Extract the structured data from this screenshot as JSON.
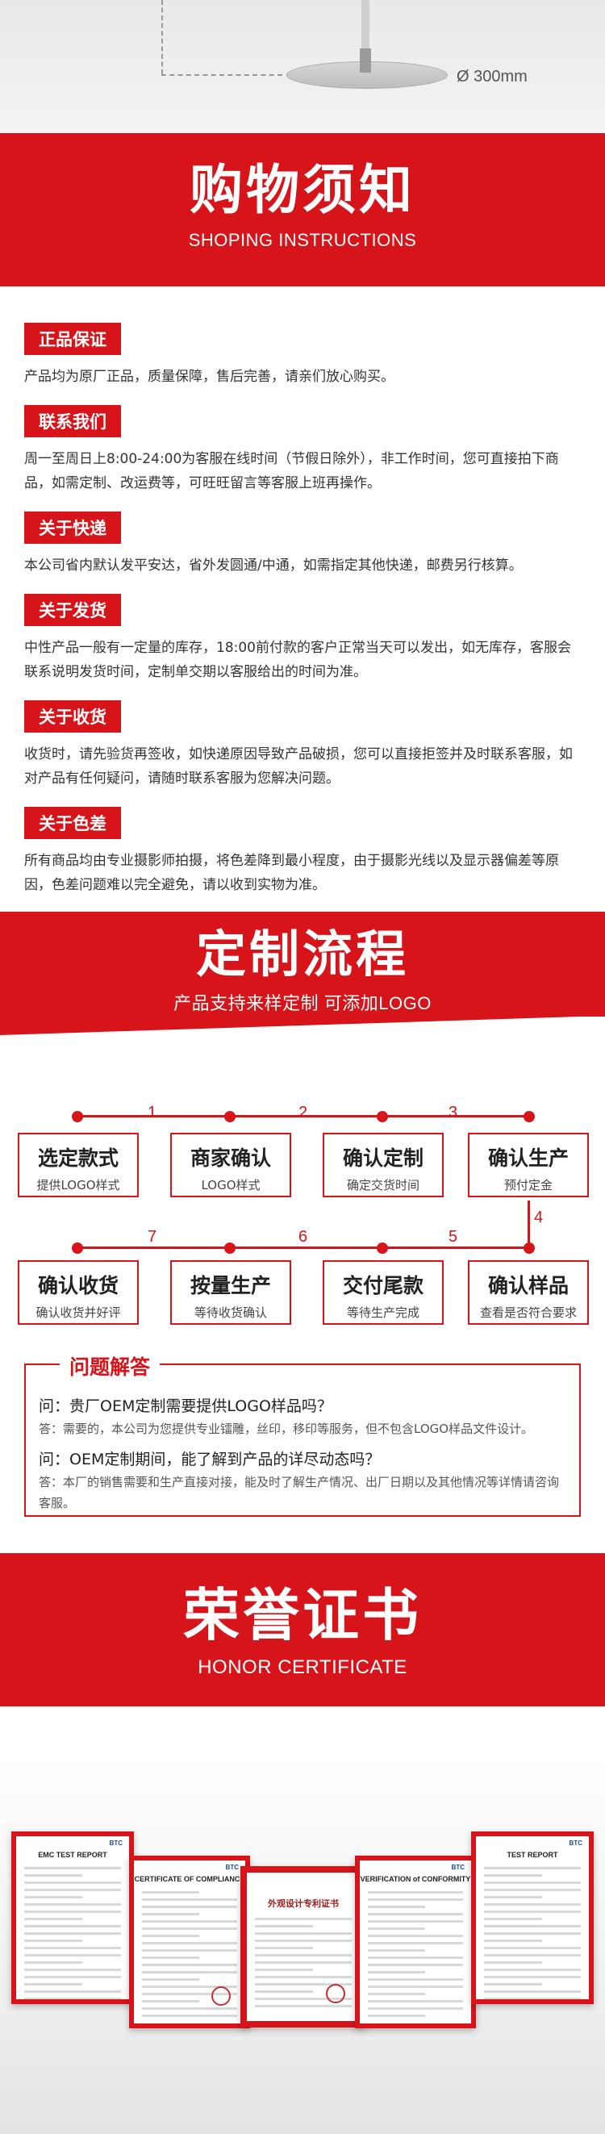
{
  "top": {
    "diameter_label": "Ø 300mm"
  },
  "shopping": {
    "title": "购物须知",
    "subtitle": "SHOPING INSTRUCTIONS",
    "items": [
      {
        "tag": "正品保证",
        "text": "产品均为原厂正品，质量保障，售后完善，请亲们放心购买。"
      },
      {
        "tag": "联系我们",
        "text": "周一至周日上8:00-24:00为客服在线时间（节假日除外），非工作时间，您可直接拍下商品，如需定制、改运费等，可旺旺留言等客服上班再操作。"
      },
      {
        "tag": "关于快递",
        "text": "本公司省内默认发平安达，省外发圆通/中通，如需指定其他快递，邮费另行核算。"
      },
      {
        "tag": "关于发货",
        "text": "中性产品一般有一定量的库存，18:00前付款的客户正常当天可以发出，如无库存，客服会联系说明发货时间，定制单交期以客服给出的时间为准。"
      },
      {
        "tag": "关于收货",
        "text": "收货时，请先验货再签收，如快递原因导致产品破损，您可以直接拒签并及时联系客服，如对产品有任何疑问，请随时联系客服为您解决问题。"
      },
      {
        "tag": "关于色差",
        "text": "所有商品均由专业摄影师拍摄，将色差降到最小程度，由于摄影光线以及显示器偏差等原因，色差问题难以完全避免，请以收到实物为准。"
      }
    ]
  },
  "custom": {
    "title": "定制流程",
    "subtitle": "产品支持来样定制 可添加LOGO",
    "steps": [
      {
        "num": "1",
        "title": "选定款式",
        "sub": "提供LOGO样式"
      },
      {
        "num": "2",
        "title": "商家确认",
        "sub": "LOGO样式"
      },
      {
        "num": "3",
        "title": "确认定制",
        "sub": "确定交货时间"
      },
      {
        "num": "",
        "title": "确认生产",
        "sub": "预付定金"
      },
      {
        "num": "4",
        "title": "确认样品",
        "sub": "查看是否符合要求"
      },
      {
        "num": "5",
        "title": "交付尾款",
        "sub": "等待生产完成"
      },
      {
        "num": "6",
        "title": "按量生产",
        "sub": "等待收货确认"
      },
      {
        "num": "7",
        "title": "确认收货",
        "sub": "确认收货并好评"
      }
    ]
  },
  "faq": {
    "title": "问题解答",
    "items": [
      {
        "q": "问：贵厂OEM定制需要提供LOGO样品吗？",
        "a": "答：需要的，本公司为您提供专业镭雕，丝印，移印等服务，但不包含LOGO样品文件设计。"
      },
      {
        "q": "问：OEM定制期间，能了解到产品的详尽动态吗？",
        "a": "答：本厂的销售需要和生产直接对接，能及时了解生产情况、出厂日期以及其他情况等详情请咨询客服。"
      }
    ]
  },
  "honor": {
    "title": "荣誉证书",
    "subtitle": "HONOR CERTIFICATE",
    "certificates": [
      {
        "heading": "EMC TEST REPORT",
        "logo": "BTC"
      },
      {
        "heading": "CERTIFICATE OF COMPLIANCE",
        "logo": "BTC"
      },
      {
        "heading": "外观设计专利证书",
        "logo": ""
      },
      {
        "heading": "VERIFICATION of CONFORMITY",
        "logo": "BTC"
      },
      {
        "heading": "TEST REPORT",
        "logo": "BTC"
      }
    ]
  },
  "colors": {
    "accent": "#d7141a"
  }
}
